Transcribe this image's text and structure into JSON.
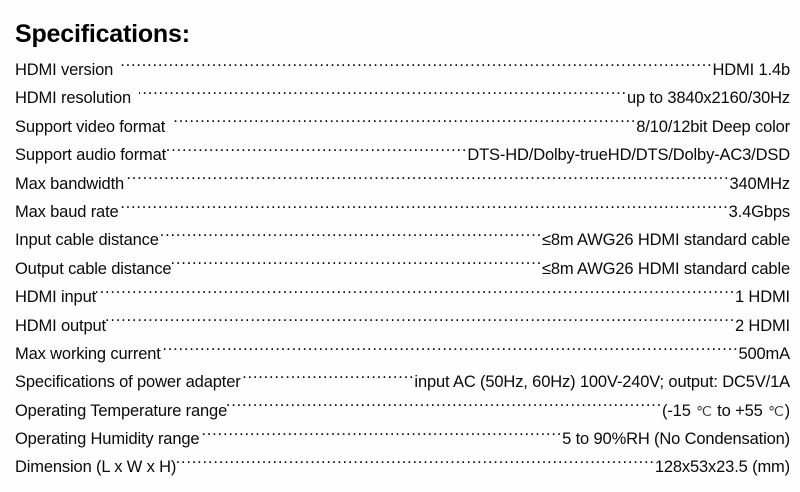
{
  "document": {
    "title": "Specifications:",
    "background_color": "#fefefe",
    "text_color": "#0a0a0a"
  },
  "specs": [
    {
      "label": "HDMI version",
      "value": "HDMI 1.4b",
      "gap_before_leader": true
    },
    {
      "label": "HDMI resolution",
      "value": "up to 3840x2160/30Hz",
      "gap_before_leader": true
    },
    {
      "label": "Support video format",
      "value": "8/10/12bit Deep color",
      "gap_before_leader": true
    },
    {
      "label": "Support audio format",
      "value": "DTS-HD/Dolby-trueHD/DTS/Dolby-AC3/DSD",
      "gap_before_leader": false
    },
    {
      "label": "Max bandwidth",
      "value": "340MHz",
      "gap_before_leader": false
    },
    {
      "label": "Max baud rate",
      "value": "3.4Gbps",
      "gap_before_leader": false
    },
    {
      "label": "Input cable distance",
      "value": "≤8m AWG26 HDMI standard cable",
      "gap_before_leader": false
    },
    {
      "label": "Output cable distance",
      "value": "≤8m AWG26 HDMI standard cable",
      "gap_before_leader": false
    },
    {
      "label": "HDMI input",
      "value": "1 HDMI",
      "gap_before_leader": false
    },
    {
      "label": "HDMI output",
      "value": "2 HDMI",
      "gap_before_leader": false
    },
    {
      "label": "Max working current",
      "value": "500mA",
      "gap_before_leader": false
    },
    {
      "label": "Specifications of power adapter",
      "value": "input AC (50Hz, 60Hz) 100V-240V; output: DC5V/1A",
      "gap_before_leader": false
    },
    {
      "label": "Operating Temperature range",
      "value": "(-15 ℃ to +55 ℃)",
      "gap_before_leader": false
    },
    {
      "label": "Operating Humidity range",
      "value": "5 to 90%RH (No Condensation)",
      "gap_before_leader": false
    },
    {
      "label": "Dimension (L x W x H)",
      "value": "128x53x23.5 (mm)",
      "gap_before_leader": false
    }
  ]
}
